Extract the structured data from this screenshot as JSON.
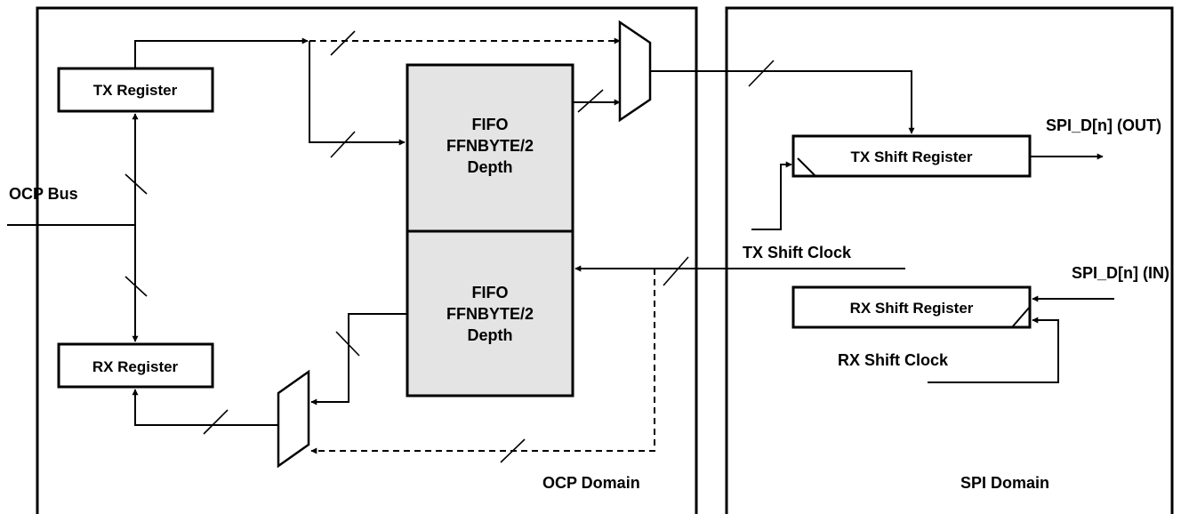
{
  "blocks": {
    "tx_register": "TX Register",
    "rx_register": "RX Register",
    "tx_shift_register": "TX Shift Register",
    "rx_shift_register": "RX Shift Register"
  },
  "fifo_top": {
    "line1": "FIFO",
    "line2": "FFNBYTE/2",
    "line3": "Depth"
  },
  "fifo_bottom": {
    "line1": "FIFO",
    "line2": "FFNBYTE/2",
    "line3": "Depth"
  },
  "signals": {
    "ocp_bus": "OCP Bus",
    "spi_out": "SPI_D[n] (OUT)",
    "spi_in": "SPI_D[n] (IN)",
    "tx_shift_clock": "TX Shift Clock",
    "rx_shift_clock": "RX Shift Clock"
  },
  "domains": {
    "ocp": "OCP Domain",
    "spi": "SPI Domain"
  }
}
